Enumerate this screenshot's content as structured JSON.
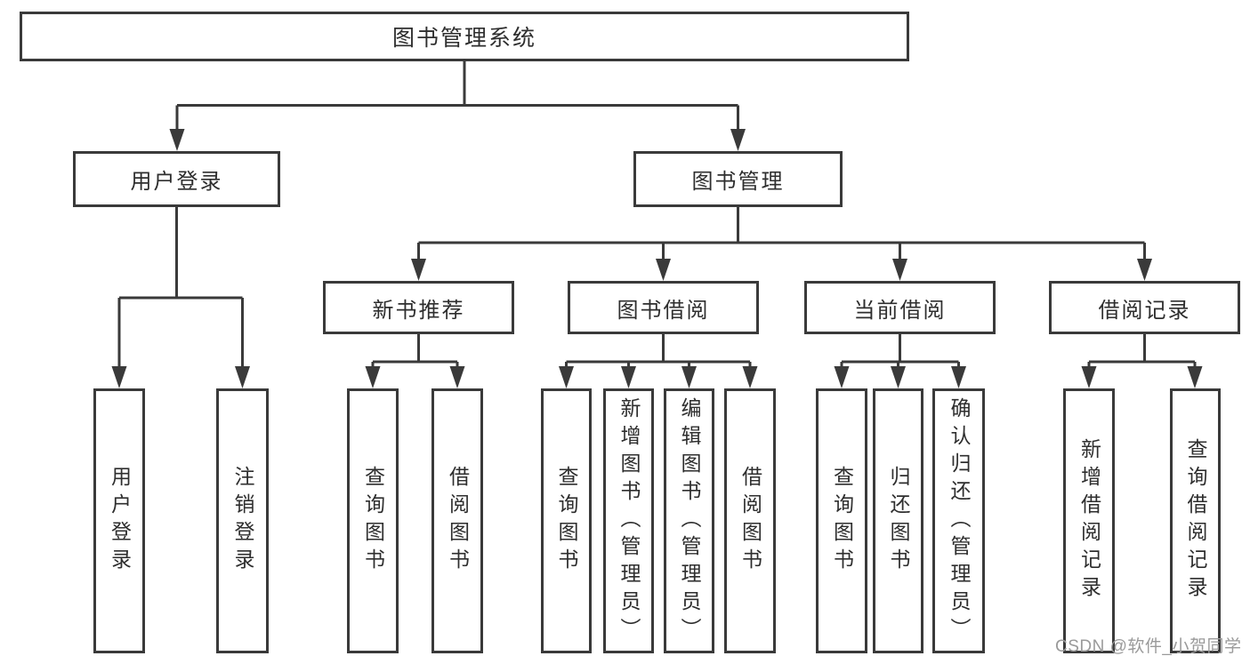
{
  "tree": {
    "label": "图书管理系统",
    "children": [
      {
        "label": "用户登录",
        "children": [
          {
            "label": "用户登录"
          },
          {
            "label": "注销登录"
          }
        ]
      },
      {
        "label": "图书管理",
        "children": [
          {
            "label": "新书推荐",
            "children": [
              {
                "label": "查询图书"
              },
              {
                "label": "借阅图书"
              }
            ]
          },
          {
            "label": "图书借阅",
            "children": [
              {
                "label": "查询图书"
              },
              {
                "label": "新增图书（管理员）"
              },
              {
                "label": "编辑图书（管理员）"
              },
              {
                "label": "借阅图书"
              }
            ]
          },
          {
            "label": "当前借阅",
            "children": [
              {
                "label": "查询图书"
              },
              {
                "label": "归还图书"
              },
              {
                "label": "确认归还（管理员）"
              }
            ]
          },
          {
            "label": "借阅记录",
            "children": [
              {
                "label": "新增借阅记录"
              },
              {
                "label": "查询借阅记录"
              }
            ]
          }
        ]
      }
    ]
  },
  "watermark": {
    "text": "CSDN @软件_小贺同学"
  },
  "colors": {
    "line": "#3a3a3a",
    "text": "#2e2e2e",
    "watermark": "#9a9a9a",
    "bg": "#ffffff"
  }
}
